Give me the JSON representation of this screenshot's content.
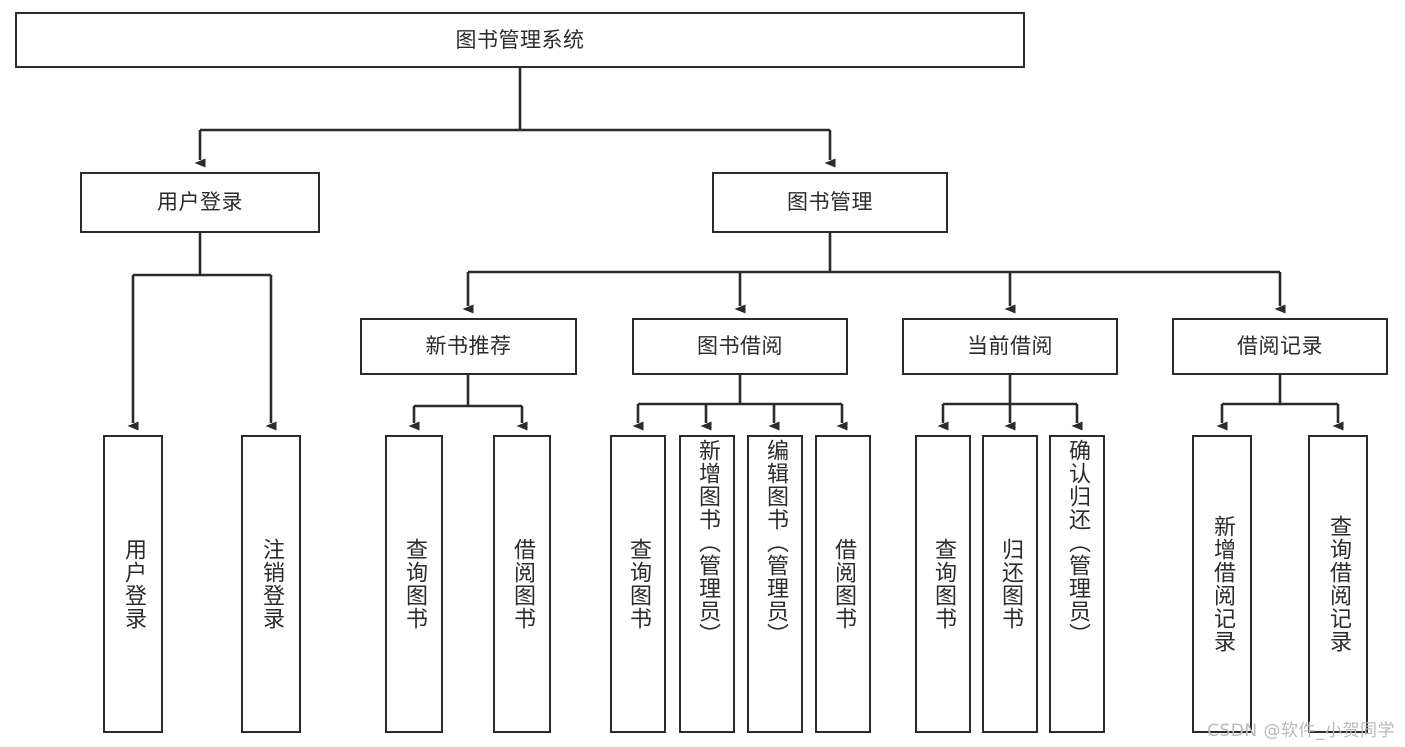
{
  "diagram": {
    "title_node": {
      "label": "图书管理系统"
    },
    "level2": [
      {
        "id": "user-login",
        "label": "用户登录"
      },
      {
        "id": "book-manage",
        "label": "图书管理"
      }
    ],
    "level3": [
      {
        "id": "new-book-recommend",
        "label": "新书推荐"
      },
      {
        "id": "book-borrow",
        "label": "图书借阅"
      },
      {
        "id": "current-borrow",
        "label": "当前借阅"
      },
      {
        "id": "borrow-record",
        "label": "借阅记录"
      }
    ],
    "leaves": [
      {
        "id": "leaf-user-login",
        "label": "用户登录",
        "parent": "user-login"
      },
      {
        "id": "leaf-logout-login",
        "label": "注销登录",
        "parent": "user-login"
      },
      {
        "id": "leaf-query-book-1",
        "label": "查询图书",
        "parent": "new-book-recommend"
      },
      {
        "id": "leaf-borrow-book-1",
        "label": "借阅图书",
        "parent": "new-book-recommend"
      },
      {
        "id": "leaf-query-book-2",
        "label": "查询图书",
        "parent": "book-borrow"
      },
      {
        "id": "leaf-add-book",
        "label": "新增图书（管理员）",
        "parent": "book-borrow"
      },
      {
        "id": "leaf-edit-book",
        "label": "编辑图书（管理员）",
        "parent": "book-borrow"
      },
      {
        "id": "leaf-borrow-book-2",
        "label": "借阅图书",
        "parent": "book-borrow"
      },
      {
        "id": "leaf-query-book-3",
        "label": "查询图书",
        "parent": "current-borrow"
      },
      {
        "id": "leaf-return-book",
        "label": "归还图书",
        "parent": "current-borrow"
      },
      {
        "id": "leaf-confirm-return",
        "label": "确认归还（管理员）",
        "parent": "current-borrow"
      },
      {
        "id": "leaf-add-record",
        "label": "新增借阅记录",
        "parent": "borrow-record"
      },
      {
        "id": "leaf-query-record",
        "label": "查询借阅记录",
        "parent": "borrow-record"
      }
    ],
    "watermark": "CSDN @软件_小贺同学",
    "colors": {
      "stroke": "#2b2b2b",
      "background": "#ffffff",
      "watermark": "#b9b9b9"
    }
  }
}
